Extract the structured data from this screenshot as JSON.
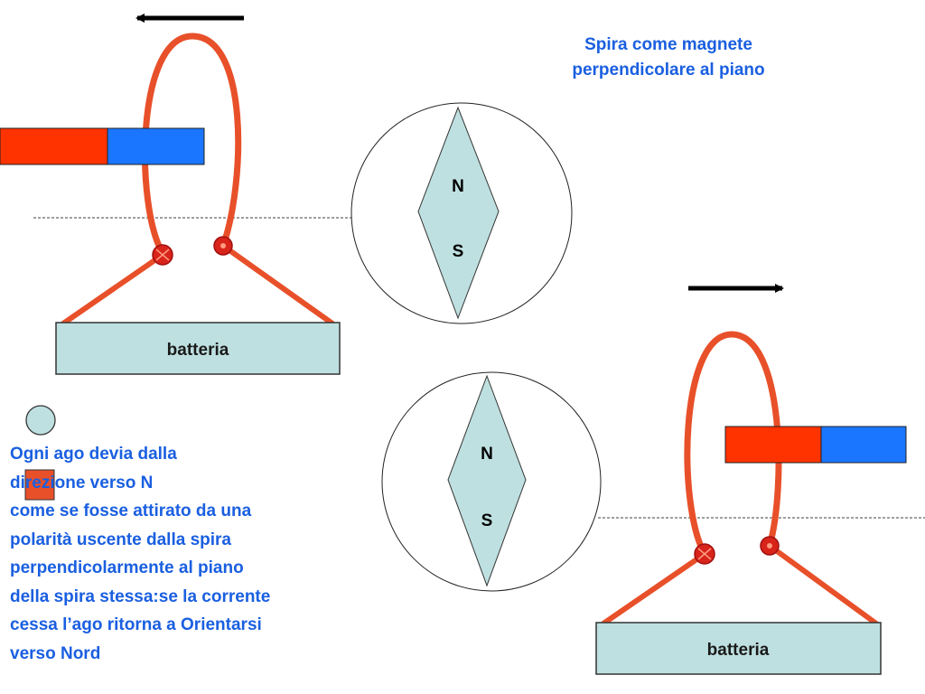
{
  "title": {
    "line1": "Spira come magnete",
    "line2": "perpendicolare al piano"
  },
  "compass_top": {
    "north_label": "N",
    "south_label": "S"
  },
  "compass_bottom": {
    "north_label": "N",
    "south_label": "S"
  },
  "battery_left": {
    "label": "batteria"
  },
  "battery_right": {
    "label": "batteria"
  },
  "caption": {
    "lines": [
      "Ogni ago devia dalla",
      "direzione verso N",
      "come se fosse attirato da una",
      "polarità uscente dalla spira",
      "perpendicolarmente al piano",
      "della spira stessa:se la corrente",
      "cessa l’ago ritorna a Orientarsi",
      "verso Nord"
    ]
  },
  "colors": {
    "text_blue": "#1a5fe0",
    "wire_orange": "#e8502a",
    "magnet_red": "#ff3300",
    "magnet_blue": "#1a75ff",
    "needle_fill": "#bfe0e0",
    "battery_fill": "#bfe0e0"
  }
}
